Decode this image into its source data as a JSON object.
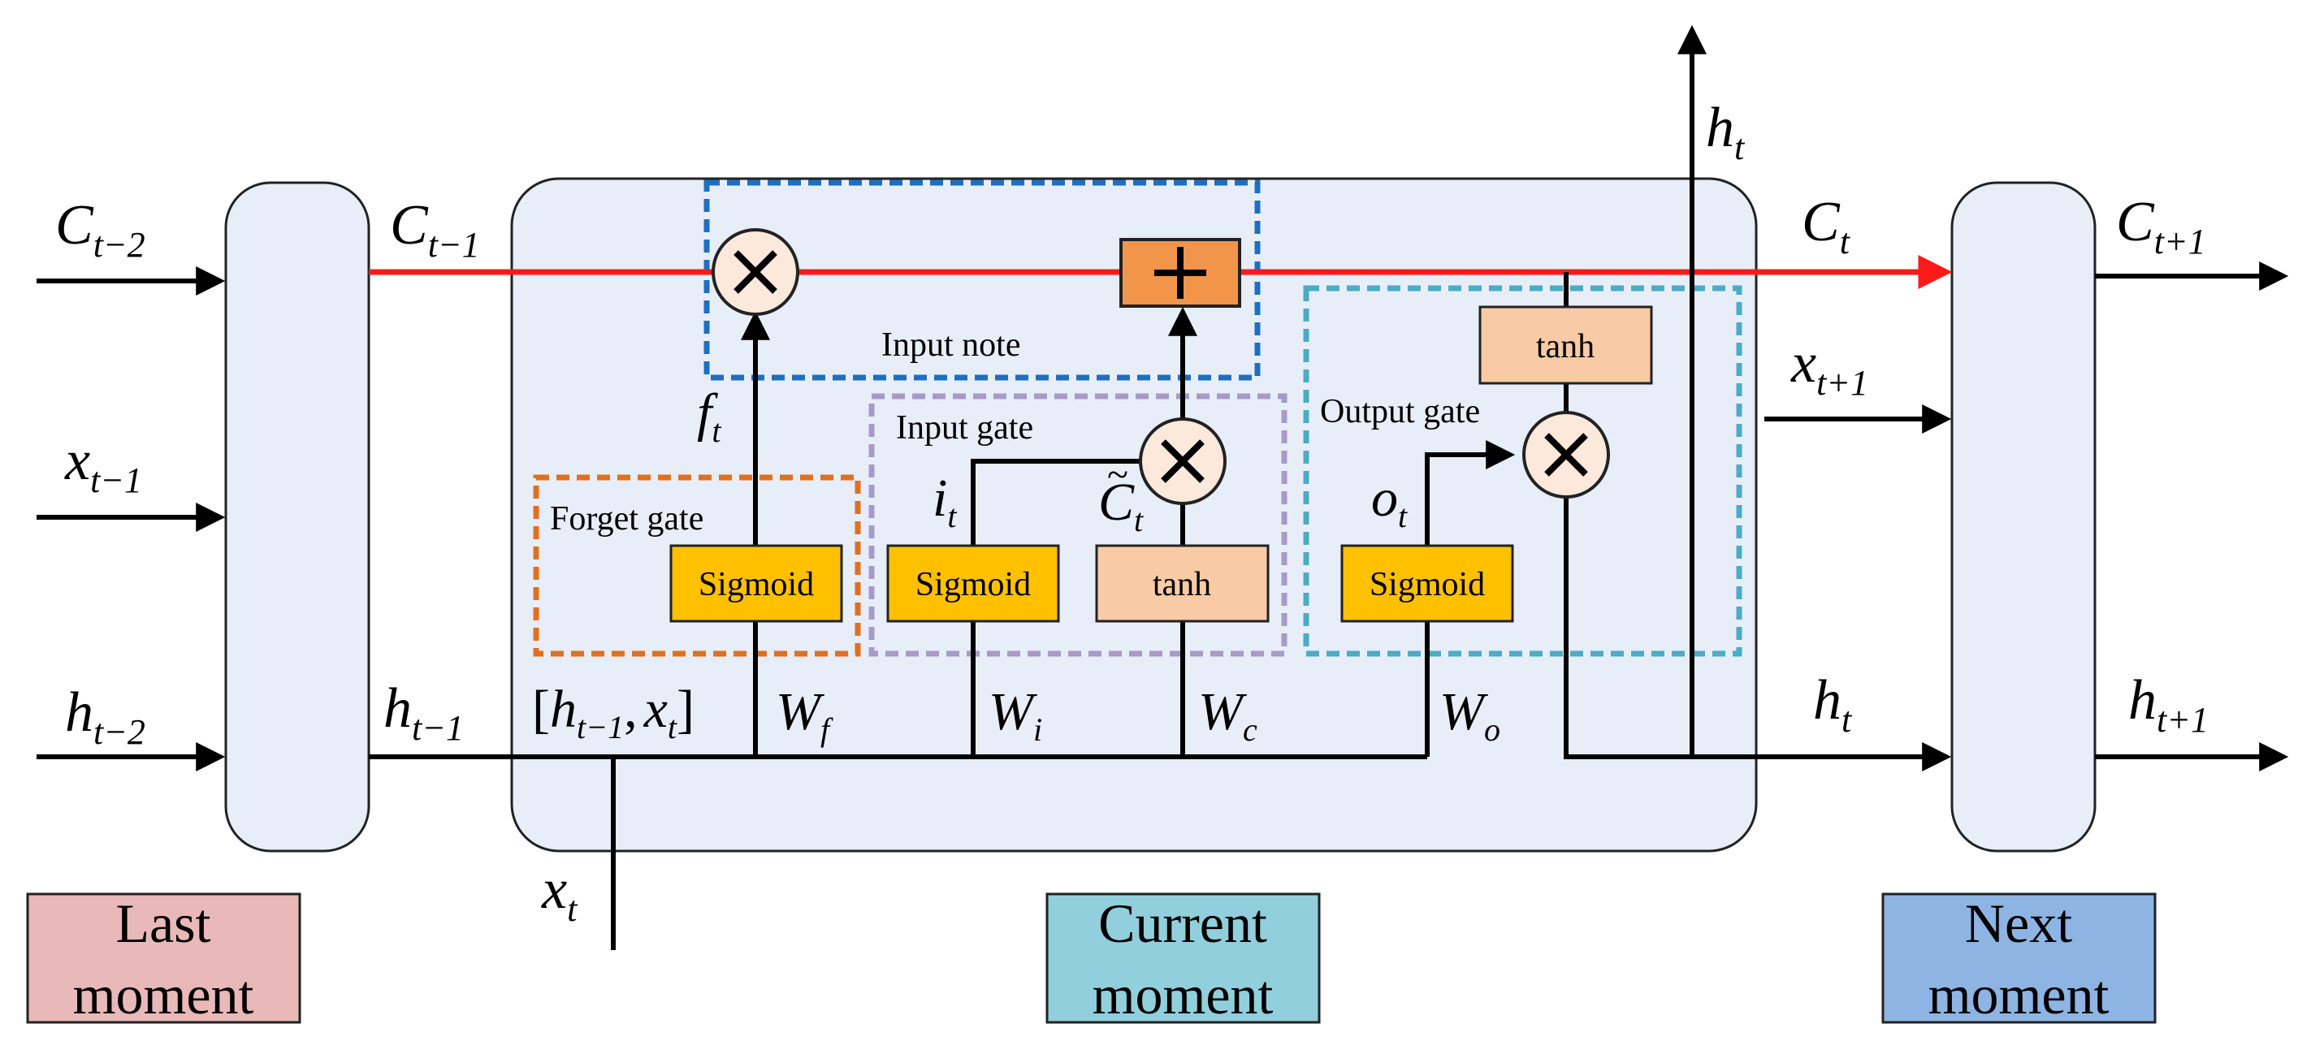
{
  "gates": {
    "forget_label": "Forget gate",
    "input_label": "Input gate",
    "output_label": "Output gate",
    "input_note_label": "Input note"
  },
  "boxes": {
    "sigmoid_f": "Sigmoid",
    "sigmoid_i": "Sigmoid",
    "tanh_c": "tanh",
    "sigmoid_o": "Sigmoid",
    "tanh_out": "tanh"
  },
  "moments": {
    "last_line1": "Last",
    "last_line2": "moment",
    "current_line1": "Current",
    "current_line2": "moment",
    "next_line1": "Next",
    "next_line2": "moment"
  },
  "symbols": {
    "C": "C",
    "x": "x",
    "h": "h",
    "f": "f",
    "i": "i",
    "o": "o",
    "W": "W",
    "t": "t",
    "t_minus_1": "t−1",
    "t_minus_2": "t−2",
    "t_plus_1": "t+1",
    "bracket_open": "[",
    "bracket_close": "]",
    "comma": ",",
    "sub_f": "f",
    "sub_i": "i",
    "sub_c": "c",
    "sub_o": "o",
    "tilde": "~"
  },
  "colors": {
    "cell_fill": "#e8eef8",
    "cell_stroke": "#222222",
    "cell_state_line": "#ff1a1a",
    "sigmoid_fill": "#ffc000",
    "tanh_fill": "#f8cba6",
    "plus_fill": "#f0954a",
    "times_fill": "#fce9dc",
    "forget_dash": "#e07020",
    "input_dash": "#a89ac8",
    "output_dash": "#4bacc6",
    "note_dash": "#1f6fc0",
    "last_fill": "#e8b9b8",
    "current_fill": "#92cfdc",
    "next_fill": "#8eb4e3"
  }
}
